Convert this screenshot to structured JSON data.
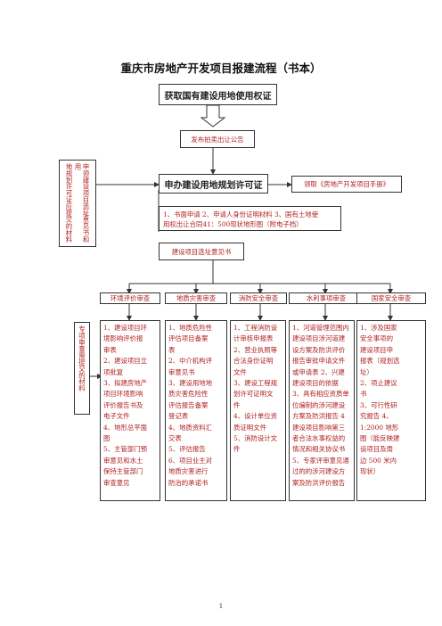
{
  "title": "重庆市房地产开发项目报建流程（书本）",
  "steps": {
    "land": "获取国有建设用地使用权证",
    "auction": "发布拍卖出让公告",
    "permit": "申办建设用地规划许可证",
    "handbook": "领取《房地产开发项目手册》",
    "materials": "1、书面申请  2、申请人身份证明材料  3、国有土地使\n用权出让合同41：500现状地形图（附电子档）",
    "site_opinion": "建设项目选址意见书"
  },
  "left_notes": {
    "permit_materials": "地规划许可证应提交的材料",
    "site_apply": "申领建设项目选址意见书和用",
    "dept_materials": "专项审查需提交的材料"
  },
  "reviews": [
    {
      "header": "环境评价审查",
      "items": "1、建设项目环\n境影响评价报\n审表\n2、建设项目立\n项批复\n3、拟建房地产\n项目环境影响\n评价报告书及\n电子文件\n4、地形总平面\n图\n5、主管部门预\n审意见和水土\n保持主管部门\n审查意见"
    },
    {
      "header": "地质灾害审查",
      "items": "1、地质危险性\n评估项目备案\n表\n2、中介机构评\n审意见书\n3、建设用地地\n质灾害危险性\n评估报告备案\n登记表\n4、地质资料汇\n交表\n5、评估报告\n6、项目业主对\n地质灾害进行\n防治的承诺书"
    },
    {
      "header": "消防安全审查",
      "items": "1、工程消防设\n计审核申报表\n2、营业执照等\n合法身份证明\n文件\n3、建设工程规\n划许可证明文\n件\n4、设计单位资\n质证明文件\n5、消防设计文\n件"
    },
    {
      "header": "水利事项审查",
      "items": "1、河道管理范围内\n建设项目涉河道建\n设方案及防洪评价\n报告审批申请文件\n或申请表  2、兴建\n建设项目的依据\n3、具有相应资质单\n位编制的涉河建设\n方案及防洪报告 4\n建设项目影响第三\n者合法水事权益的\n情况和相关协议书\n5、专家评审意见通\n过的的涉河建设方\n案及防洪评价报告"
    },
    {
      "header": "国家安全审查",
      "items": "1、涉及国家\n安全事项的\n建设项目申\n报表（规划选\n址）\n2、项止建议\n书\n3、可行性研\n究报告  4、\n1:2000  地形\n图（能反映建\n设项目及周\n边  500  米内\n现状）"
    }
  ],
  "page_number": "1"
}
